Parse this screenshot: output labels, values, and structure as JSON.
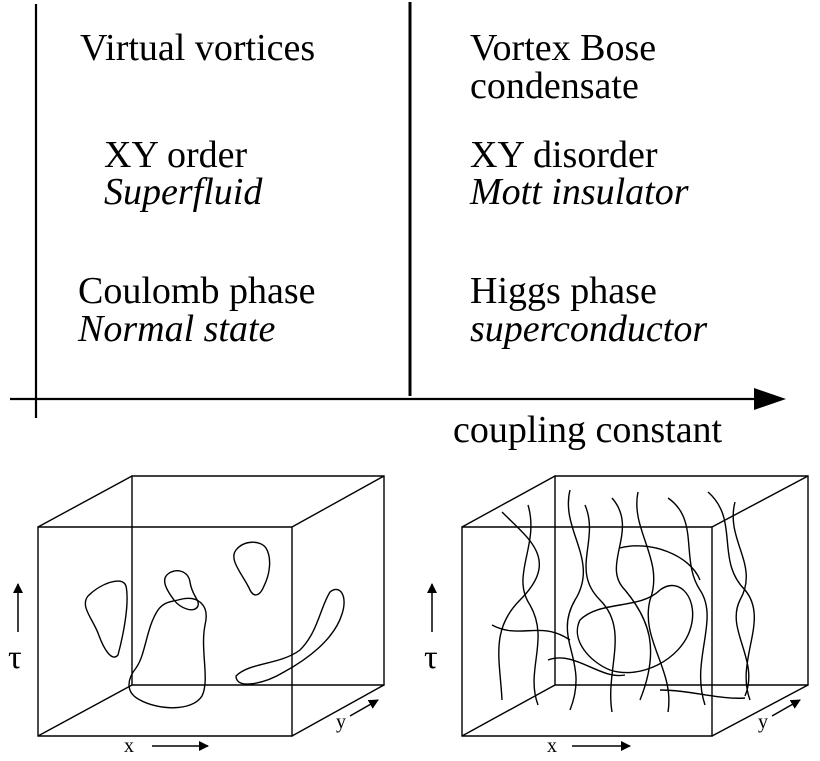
{
  "phase_diagram": {
    "left": {
      "vortices": "Virtual vortices",
      "order": "XY order",
      "order_state": "Superfluid",
      "gauge_phase": "Coulomb phase",
      "gauge_state": "Normal state"
    },
    "right": {
      "vortices_line1": "Vortex Bose",
      "vortices_line2": "condensate",
      "order": "XY disorder",
      "order_state": "Mott insulator",
      "gauge_phase": "Higgs phase",
      "gauge_state": "superconductor"
    },
    "axis_label": "coupling constant"
  },
  "boxes": {
    "left": {
      "time_axis": "τ",
      "x_label": "x",
      "y_label": "y"
    },
    "right": {
      "time_axis": "τ",
      "x_label": "x",
      "y_label": "y"
    }
  }
}
